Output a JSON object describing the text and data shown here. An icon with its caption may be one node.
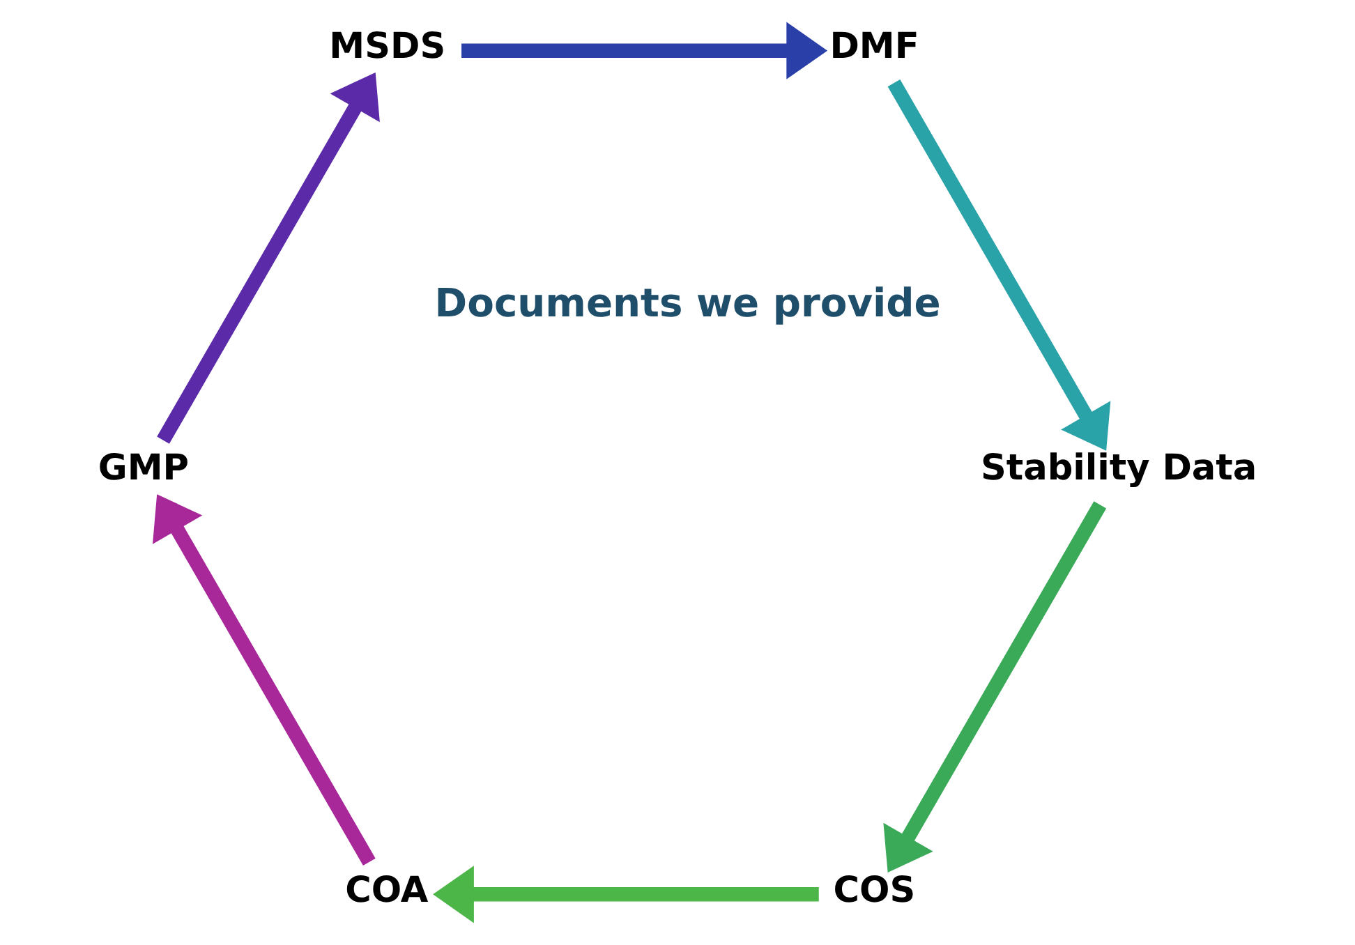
{
  "diagram": {
    "nodes": [
      {
        "text": [
          "COS"
        ]
      },
      {
        "text": [
          "COA"
        ]
      },
      {
        "text": [
          "GMP"
        ]
      },
      {
        "text": [
          "MSDS"
        ]
      },
      {
        "text": [
          "DMF"
        ]
      },
      {
        "text": [
          "Stability Data"
        ]
      }
    ],
    "edges": [
      {
        "from": 0,
        "to": 1,
        "arrow": "to",
        "color": "#4cb648"
      },
      {
        "from": 1,
        "to": 2,
        "arrow": "to",
        "color": "#a8289a"
      },
      {
        "from": 2,
        "to": 3,
        "arrow": "to",
        "color": "#5a2aa8"
      },
      {
        "from": 3,
        "to": 4,
        "arrow": "to",
        "color": "#2a3fa8"
      },
      {
        "from": 4,
        "to": 5,
        "arrow": "to",
        "color": "#2aa3a8"
      },
      {
        "from": 5,
        "to": 0,
        "arrow": "to",
        "color": "#3aaa58"
      }
    ],
    "labels": [
      "Documents we provide"
    ]
  }
}
